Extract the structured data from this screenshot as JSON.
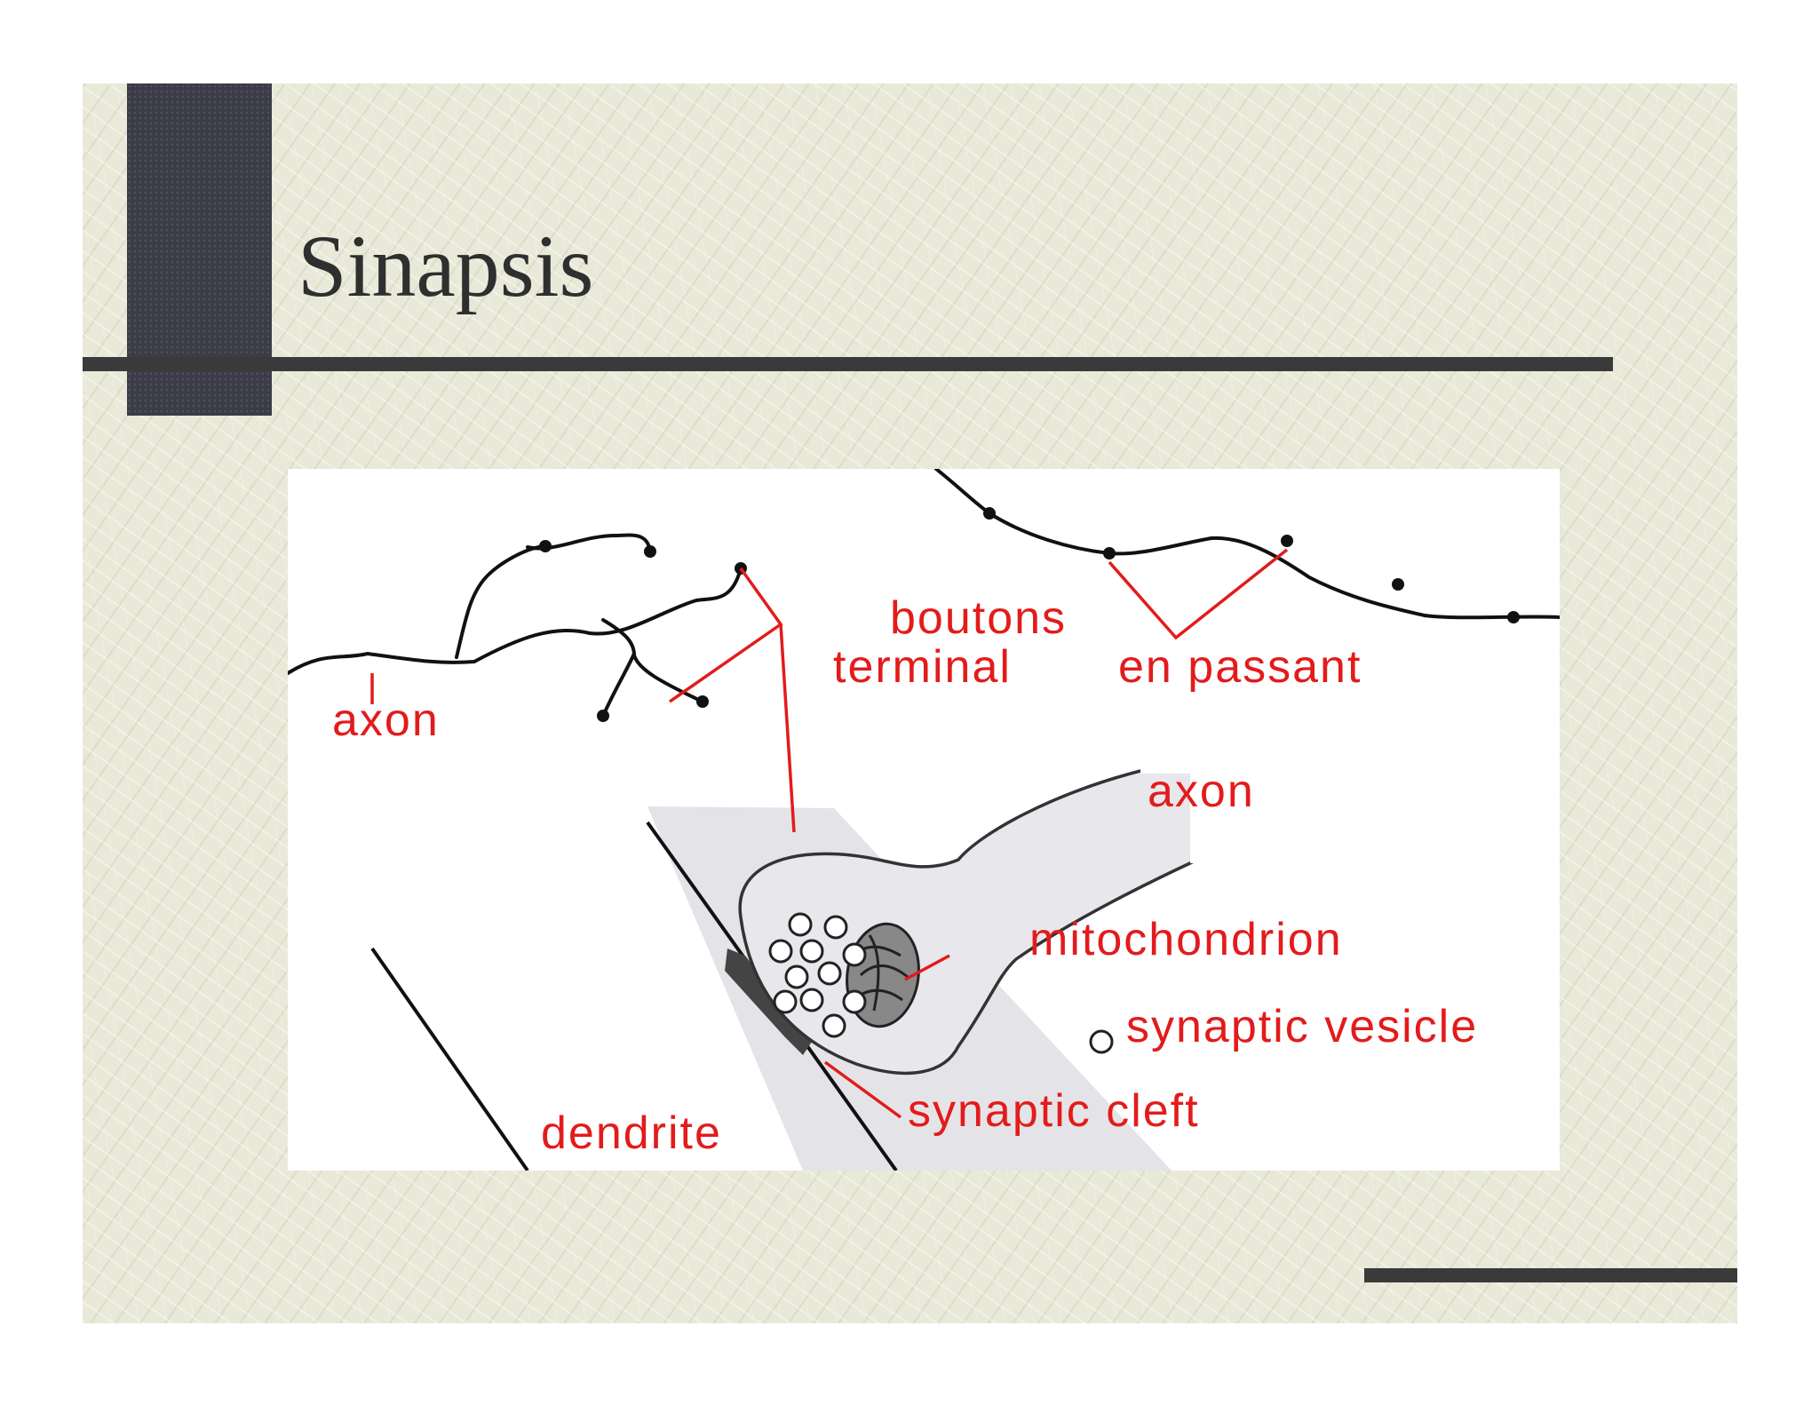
{
  "slide": {
    "title": "Sinapsis",
    "colors": {
      "background": "#e9e9d9",
      "accent_block": "#3b3c47",
      "rule": "#3a3a3a",
      "title_text": "#2f2f2f"
    }
  },
  "diagram": {
    "label_color": "#e31b1b",
    "labels": {
      "axon_top": "axon",
      "boutons_terminal_line1": "boutons",
      "boutons_terminal_line2": "terminal",
      "en_passant": "en passant",
      "axon_bottom": "axon",
      "mitochondrion": "mitochondrion",
      "synaptic_vesicle": "synaptic vesicle",
      "synaptic_cleft": "synaptic cleft",
      "dendrite": "dendrite"
    }
  }
}
